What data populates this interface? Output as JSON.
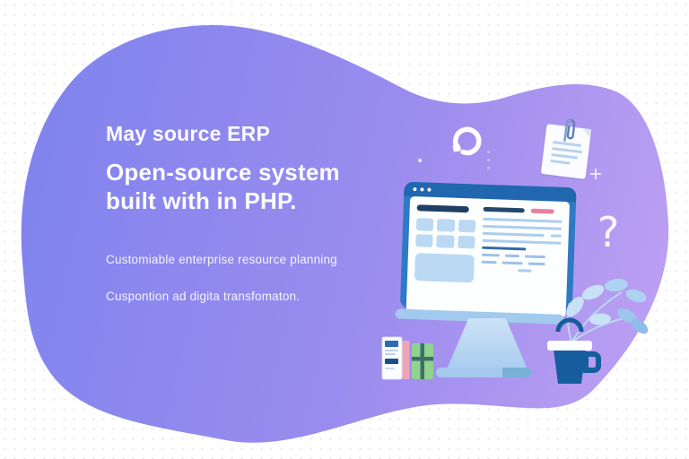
{
  "headline": {
    "line1": "May source ERP",
    "line2": "Open-source system",
    "line3": "built with in PHP."
  },
  "subtext": {
    "line1": "Customiable enterprise resource planning",
    "line2": "Cuspontion ad digita transfomaton."
  },
  "decorations": {
    "question_mark": "?"
  },
  "colors": {
    "blob_left": "#8184ee",
    "blob_middle": "#9a8cee",
    "blob_right": "#bb9ef2",
    "monitor_frame": "#2e7ac4",
    "monitor_titlebar": "#2067b0",
    "accent_navy": "#1d4064",
    "accent_pink": "#e87f9f",
    "content_light_blue": "#bcd9f4",
    "mug_navy": "#165d9d",
    "leaf_blue": "#bcd9f4",
    "gift_green": "#90d38f",
    "book_spine_pink": "#f0a2b8"
  }
}
